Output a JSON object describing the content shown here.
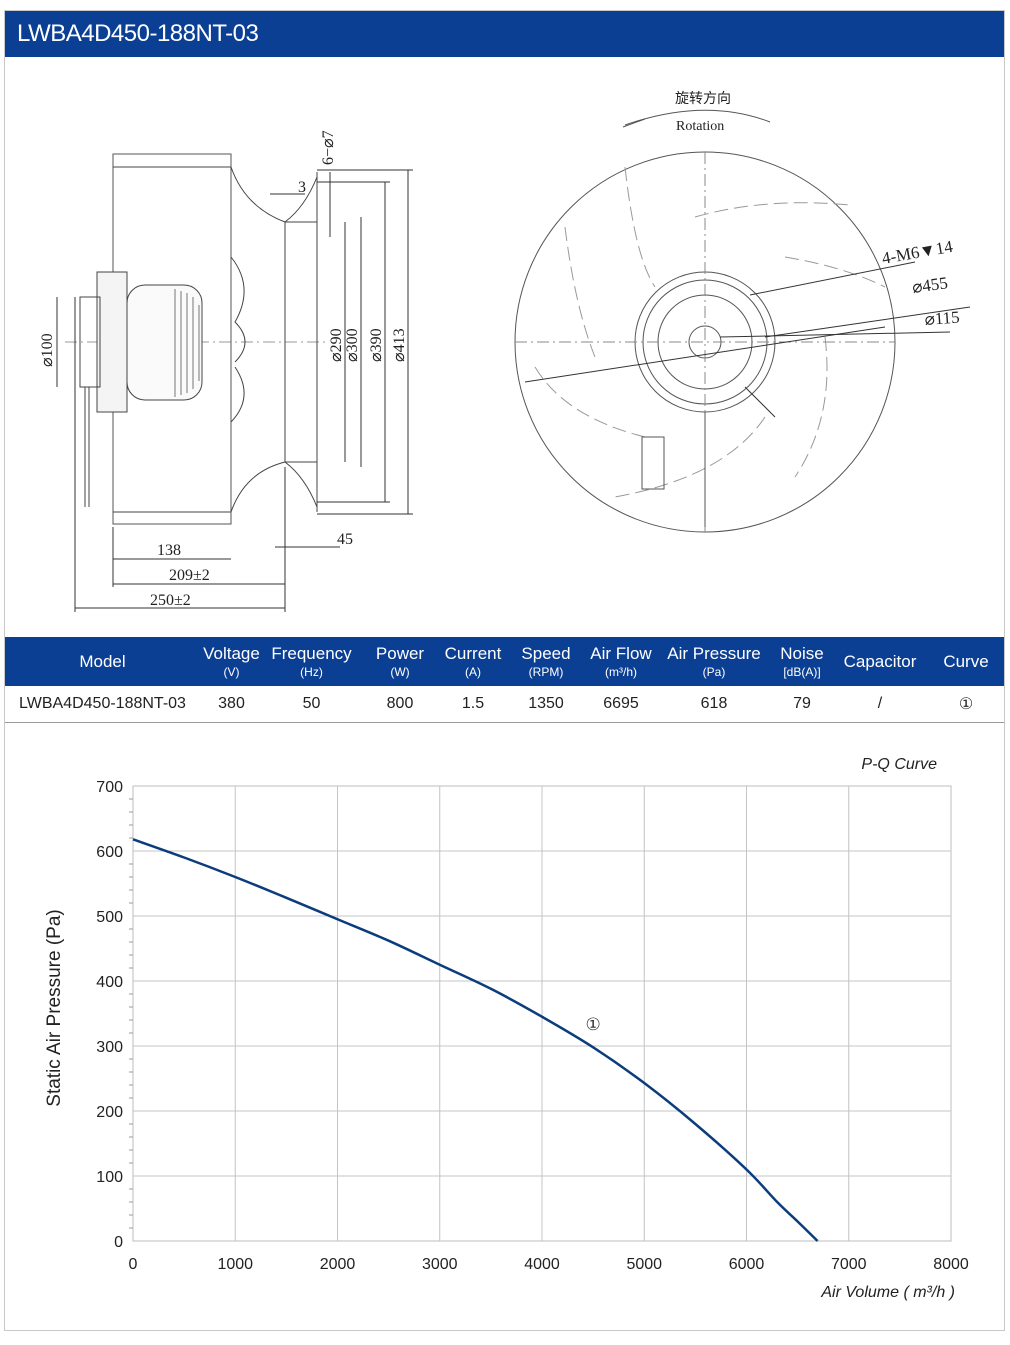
{
  "header": {
    "title": "LWBA4D450-188NT-03"
  },
  "drawing": {
    "side_dims": {
      "d100": "⌀100",
      "d290": "⌀290",
      "d300": "⌀300",
      "d390": "⌀390",
      "d413": "⌀413",
      "holes": "6−⌀7",
      "gap3": "3",
      "len138": "138",
      "len209": "209±2",
      "len250": "250±2",
      "len45": "45"
    },
    "front_dims": {
      "rot_cn": "旋转方向",
      "rot_en": "Rotation",
      "m6": "4-M6▼14",
      "d455": "⌀455",
      "d115": "⌀115"
    }
  },
  "table": {
    "headers": [
      {
        "name": "Model",
        "unit": ""
      },
      {
        "name": "Voltage",
        "unit": "(V)"
      },
      {
        "name": "Frequency",
        "unit": "(Hz)"
      },
      {
        "name": "Power",
        "unit": "(W)"
      },
      {
        "name": "Current",
        "unit": "(A)"
      },
      {
        "name": "Speed",
        "unit": "(RPM)"
      },
      {
        "name": "Air Flow",
        "unit": "(m³/h)"
      },
      {
        "name": "Air Pressure",
        "unit": "(Pa)"
      },
      {
        "name": "Noise",
        "unit": "[dB(A)]"
      },
      {
        "name": "Capacitor",
        "unit": ""
      },
      {
        "name": "Curve",
        "unit": ""
      }
    ],
    "row": [
      "LWBA4D450-188NT-03",
      "380",
      "50",
      "800",
      "1.5",
      "1350",
      "6695",
      "618",
      "79",
      "/",
      "①"
    ]
  },
  "chart_data": {
    "type": "line",
    "title": "P-Q Curve",
    "xlabel": "Air Volume ( m³/h )",
    "ylabel": "Static Air Pressure  (Pa)",
    "xlim": [
      0,
      8000
    ],
    "ylim": [
      0,
      700
    ],
    "xticks": [
      0,
      1000,
      2000,
      3000,
      4000,
      5000,
      6000,
      7000,
      8000
    ],
    "yticks": [
      0,
      100,
      200,
      300,
      400,
      500,
      600,
      700
    ],
    "grid": true,
    "series": [
      {
        "name": "①",
        "color": "#0b3c7c",
        "x": [
          0,
          500,
          1000,
          1500,
          2000,
          2500,
          3000,
          3500,
          4000,
          4500,
          5000,
          5500,
          6000,
          6300,
          6500,
          6695
        ],
        "y": [
          618,
          590,
          560,
          528,
          495,
          462,
          425,
          388,
          345,
          298,
          243,
          180,
          110,
          60,
          30,
          0
        ]
      }
    ]
  }
}
